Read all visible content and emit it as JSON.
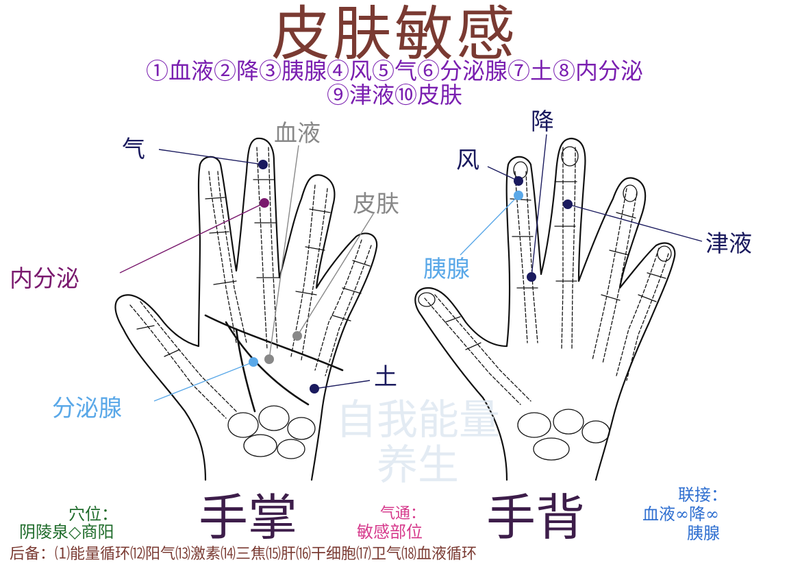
{
  "title": "皮肤敏感",
  "points_line1": "①血液②降③胰腺④风⑤气⑥分泌腺⑦土⑧内分泌",
  "points_line2": "⑨津液⑩皮肤",
  "palm_labels": {
    "qi": "气",
    "blood": "血液",
    "skin": "皮肤",
    "endocrine": "内分泌",
    "secretory_gland": "分泌腺",
    "earth": "土"
  },
  "back_labels": {
    "descend": "降",
    "wind": "风",
    "pancreas": "胰腺",
    "body_fluid": "津液"
  },
  "watermark": [
    "自我能量",
    "养生"
  ],
  "palm_title": "手掌",
  "back_title": "手背",
  "acupoint": {
    "heading": "穴位：",
    "value": "阴陵泉◇商阳"
  },
  "qi_through": {
    "heading": "气通：",
    "value": "敏感部位"
  },
  "link": {
    "heading": "联接：",
    "value_line1": "血液∞降∞",
    "value_line2": "胰腺"
  },
  "footer": "后备：⑴能量循环⑿阳气⒀激素⒁三焦⒂肝⒃干细胞⒄卫气⒅血液循环",
  "colors": {
    "title": "#7a3a32",
    "subtitle": "#7a1fb0",
    "navy": "#1a1a5e",
    "purple": "#7a1a6e",
    "light_blue": "#5aa8e8",
    "grey": "#888888",
    "green": "#1e6b2a",
    "pink": "#d63a8c"
  }
}
